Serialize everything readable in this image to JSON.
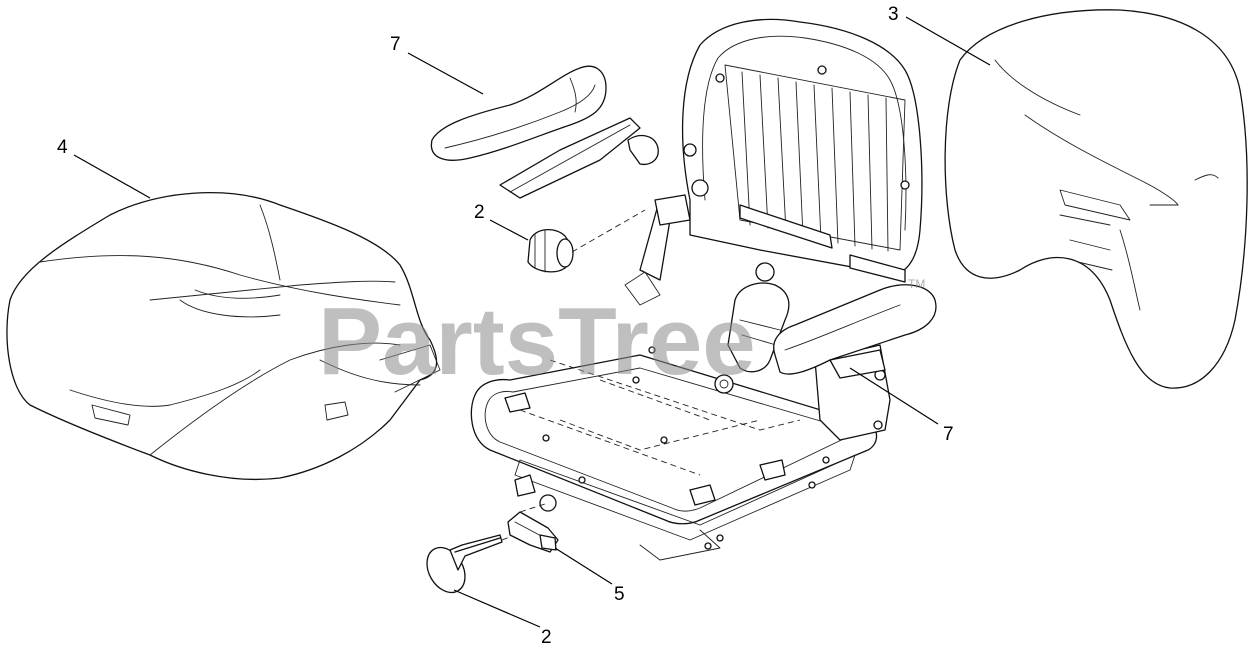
{
  "watermark": {
    "text": "PartsTree",
    "trademark": "TM"
  },
  "callouts": [
    {
      "id": "callout-7-top",
      "label": "7"
    },
    {
      "id": "callout-4",
      "label": "4"
    },
    {
      "id": "callout-2-top",
      "label": "2"
    },
    {
      "id": "callout-3",
      "label": "3"
    },
    {
      "id": "callout-7-right",
      "label": "7"
    },
    {
      "id": "callout-5",
      "label": "5"
    },
    {
      "id": "callout-2-bottom",
      "label": "2"
    }
  ]
}
